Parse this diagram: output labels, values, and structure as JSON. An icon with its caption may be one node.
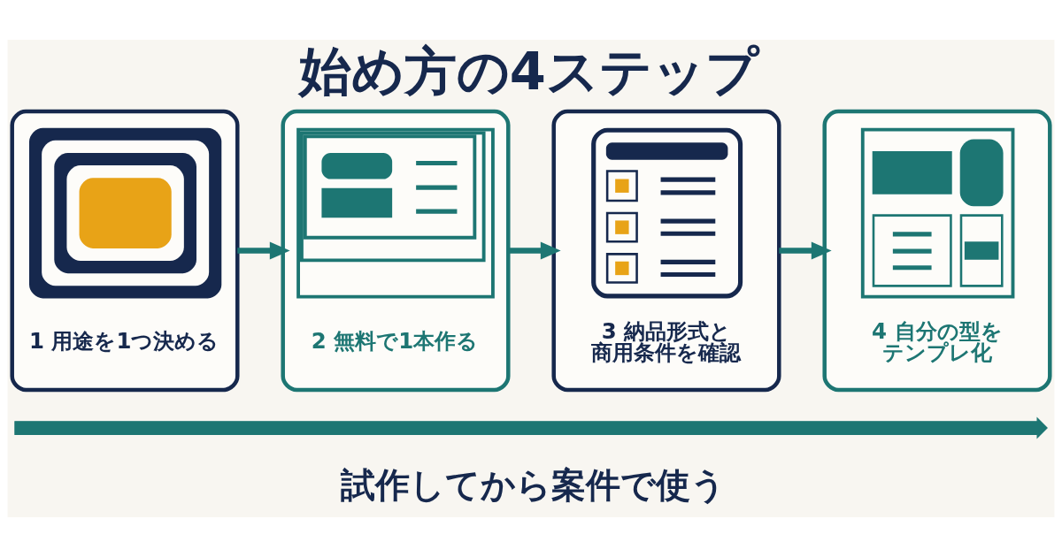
{
  "diagram": {
    "title": "始め方の4ステップ",
    "nodes": [
      {
        "text": [
          "1 用途を1つ決める"
        ]
      },
      {
        "text": [
          "2 無料で1本作る"
        ]
      },
      {
        "text": [
          "3 納品形式と商用条件を確認"
        ]
      },
      {
        "text": [
          "4 自分の型をテンプレ化"
        ]
      },
      {
        "text": [],
        "shape": "arrow"
      }
    ],
    "edges": [
      {
        "from": 0,
        "to": 1,
        "arrow": "to"
      },
      {
        "from": 1,
        "to": 2,
        "arrow": "to"
      },
      {
        "from": 2,
        "to": 3,
        "arrow": "to"
      }
    ],
    "labels": [
      "試作してから案件で使う"
    ]
  }
}
